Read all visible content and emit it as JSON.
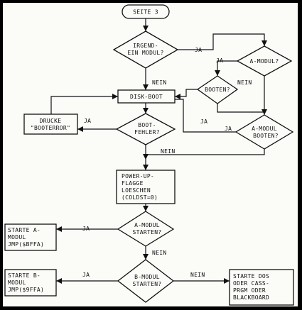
{
  "nodes": {
    "start": "SEITE 3",
    "any_module": [
      "IRGEND-",
      "EIN MODUL?"
    ],
    "disk_boot": "DISK-BOOT",
    "boot_error": [
      "BOOT-",
      "FEHLER?"
    ],
    "print_error": [
      "DRUCKE",
      "\"BOOTERROR\""
    ],
    "a_module": "A-MODUL?",
    "booten": "BOOTEN?",
    "a_module_booten": [
      "A-MODUL",
      "BOOTEN?"
    ],
    "powerup": [
      "POWER-UP-",
      "FLAGGE",
      "LOESCHEN",
      "(COLDST=0)"
    ],
    "a_start": [
      "A-MODUL",
      "STARTEN?"
    ],
    "start_a": [
      "STARTE A-",
      "MODUL",
      "JMP($BFFA)"
    ],
    "b_start": [
      "B-MODUL",
      "STARTEN?"
    ],
    "start_b": [
      "STARTE B-",
      "MODUL",
      "JMP($9FFA)"
    ],
    "start_dos": [
      "STARTE DOS",
      "ODER CASS-",
      "PRGM ODER",
      "BLACKBOARD"
    ]
  },
  "edges": {
    "ja_any_module": "JA",
    "nein_any_module": "NEIN",
    "ja_a_module": "JA",
    "nein_a_module": "NEIN",
    "ja_booten": "JA",
    "ja_a_booten": "JA",
    "nein_a_booten": "NEIN",
    "ja_boot_error": "JA",
    "ja_a_start": "JA",
    "nein_a_start": "NEIN",
    "ja_b_start": "JA",
    "nein_b_start": "NEIN"
  }
}
